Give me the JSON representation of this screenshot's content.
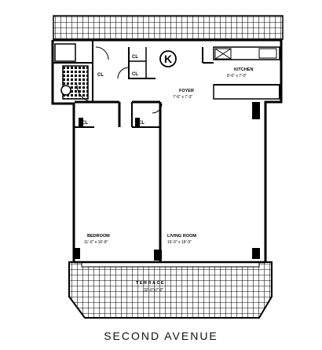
{
  "plan": {
    "unit_letter": "K",
    "rooms": {
      "kitchen": {
        "name": "KITCHEN",
        "dims": "8'-6\" x 7'-0\""
      },
      "foyer": {
        "name": "FOYER",
        "dims": "7'-6\" x 7'-3\""
      },
      "bedroom": {
        "name": "BEDROOM",
        "dims": "11'-0\" x 16'-8\""
      },
      "living_room": {
        "name": "LIVING ROOM",
        "dims": "16'-0\" x 18'-9\""
      },
      "terrace": {
        "name": "TERRACE",
        "dims": "32'-0\"x7'-0\""
      }
    },
    "closets": [
      "CL",
      "CL",
      "CL",
      "CL",
      "CL"
    ],
    "street": "SECOND AVENUE"
  }
}
